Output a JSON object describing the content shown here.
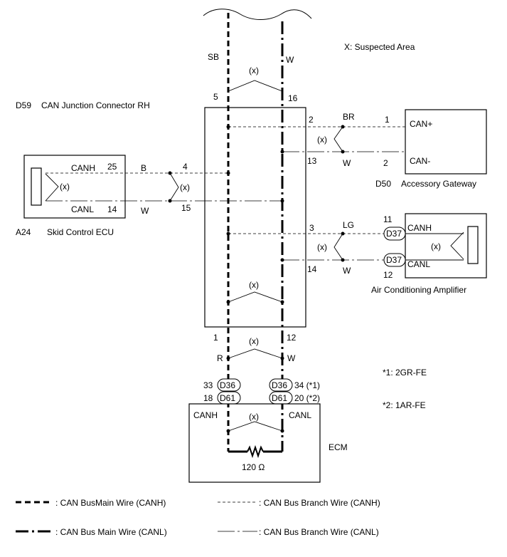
{
  "legend_suspected": "X: Suspected Area",
  "twist_mark": "(x)",
  "wires": {
    "main_left_color": "SB",
    "main_right_color": "W",
    "lower_left_color": "R",
    "lower_right_color": "W"
  },
  "junction": {
    "code": "D59",
    "name": "CAN Junction Connector RH",
    "pins": {
      "top_left": "5",
      "top_right": "16",
      "gw_h": "2",
      "gw_l": "13",
      "abs_h": "4",
      "abs_l": "15",
      "ac_h": "3",
      "ac_l": "14",
      "bottom_left": "1",
      "bottom_right": "12"
    }
  },
  "gateway": {
    "code": "D50",
    "name": "Accessory Gateway",
    "h_label": "CAN+",
    "l_label": "CAN-",
    "pin_h": "1",
    "pin_l": "2",
    "wire_h": "BR",
    "wire_l": "W"
  },
  "skid": {
    "code": "A24",
    "name": "Skid Control ECU",
    "h_label": "CANH",
    "l_label": "CANL",
    "pin_h": "25",
    "pin_l": "14",
    "wire_h": "B",
    "wire_l": "W"
  },
  "aircon": {
    "name": "Air Conditioning Amplifier",
    "connector": "D37",
    "h_label": "CANH",
    "l_label": "CANL",
    "pin_h": "11",
    "pin_l": "12",
    "wire_h": "LG",
    "wire_l": "W"
  },
  "ecm": {
    "name": "ECM",
    "h_label": "CANH",
    "l_label": "CANL",
    "conn_a": "D36",
    "conn_b": "D61",
    "pin_a_left": "33",
    "pin_b_left": "18",
    "pin_a_right": "34 (*1)",
    "pin_b_right": "20 (*2)",
    "resistor": "120 Ω"
  },
  "notes": {
    "n1": "*1: 2GR-FE",
    "n2": "*2: 1AR-FE"
  },
  "legend": {
    "main_h": ": CAN BusMain Wire (CANH)",
    "main_l": ": CAN Bus Main Wire (CANL)",
    "branch_h": ": CAN Bus Branch Wire (CANH)",
    "branch_l": ": CAN Bus Branch Wire (CANL)"
  }
}
